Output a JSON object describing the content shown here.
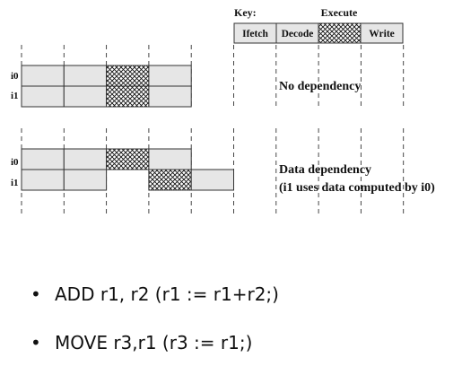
{
  "key": {
    "label": "Key:",
    "execute_label": "Execute",
    "stages": [
      "Ifetch",
      "Decode",
      "",
      "Write"
    ]
  },
  "scenarios": [
    {
      "label": "No dependency",
      "rows": [
        {
          "name": "i0",
          "stages": [
            0,
            1,
            2,
            3
          ]
        },
        {
          "name": "i1",
          "stages": [
            0,
            1,
            2,
            3
          ]
        }
      ]
    },
    {
      "label": "Data dependency",
      "sublabel": "(i1 uses data computed by i0)",
      "rows": [
        {
          "name": "i0",
          "stages": [
            0,
            1,
            2,
            3
          ]
        },
        {
          "name": "i1",
          "stages": [
            0,
            1,
            null,
            2,
            3
          ]
        }
      ]
    }
  ],
  "bullets": [
    "ADD r1, r2 (r1 := r1+r2;)",
    "MOVE r3,r1 (r3 := r1;)"
  ],
  "colors": {
    "stage_fill": "#e6e6e6",
    "stroke": "#333333",
    "text": "#111111"
  }
}
